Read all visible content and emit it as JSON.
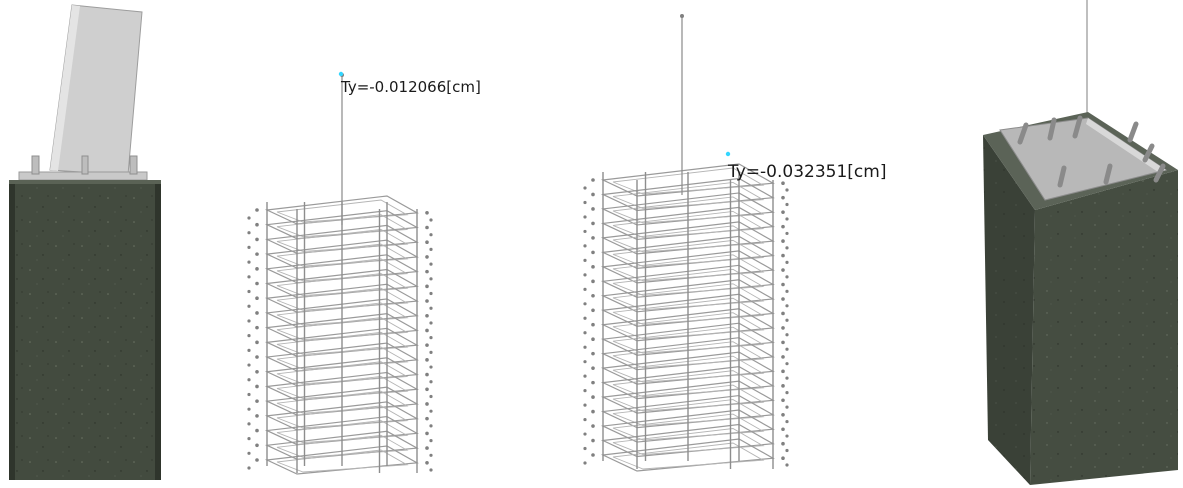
{
  "annotations": {
    "panel2_label": "Ty=-0.012066[cm]",
    "panel3_label": "Ty=-0.032351[cm]"
  },
  "colors": {
    "concrete": "#434b3f",
    "concrete_dark": "#2f352c",
    "steel_plate": "#d3d3d3",
    "steel_dark": "#a9a9a9",
    "rebar": "#9a9a9a",
    "node": "#808080",
    "marker": "#33d6ff"
  },
  "icons": {
    "panel1": "concrete-column-with-steel-post",
    "panel2": "rebar-cage-wireframe",
    "panel3": "rebar-cage-wireframe-deformed",
    "panel4": "concrete-pedestal-isometric"
  }
}
